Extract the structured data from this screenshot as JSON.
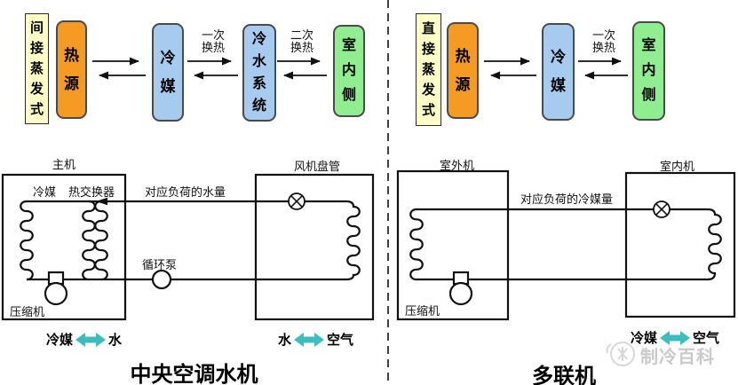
{
  "left": {
    "flow": {
      "category": "间接蒸发式",
      "heat_source": "热源",
      "refrigerant": "冷媒",
      "water_system": "冷水系统",
      "indoor_side": "室内侧",
      "primary_exchange": "一次换热",
      "secondary_exchange": "二次换热"
    },
    "schematic": {
      "main_unit": "主机",
      "refrigerant": "冷媒",
      "heat_exchanger": "热交换器",
      "load_note": "对应负荷的水量",
      "fan_coil": "风机盘管",
      "pump": "循环泵",
      "compressor": "压缩机"
    },
    "legend_unit": {
      "a": "冷媒",
      "b": "水"
    },
    "legend_terminal": {
      "a": "水",
      "b": "空气"
    },
    "title": "中央空调水机"
  },
  "right": {
    "flow": {
      "category": "直接蒸发式",
      "heat_source": "热源",
      "refrigerant": "冷媒",
      "indoor_side": "室内侧",
      "primary_exchange": "一次换热"
    },
    "schematic": {
      "outdoor_unit": "室外机",
      "indoor_unit": "室内机",
      "load_note": "对应负荷的冷媒量",
      "compressor": "压缩机"
    },
    "legend_terminal": {
      "a": "冷媒",
      "b": "空气"
    },
    "title": "多联机"
  },
  "watermark": "制冷百科",
  "colors": {
    "category_bg": "#FFFFC8",
    "heat_source_bg": "#F59A23",
    "refrigerant_bg": "#A6CBEF",
    "indoor_bg": "#90EE90",
    "legend_arrow": "#3DBDBD",
    "line": "#111111",
    "watermark_gray": "#C9C9C9"
  }
}
